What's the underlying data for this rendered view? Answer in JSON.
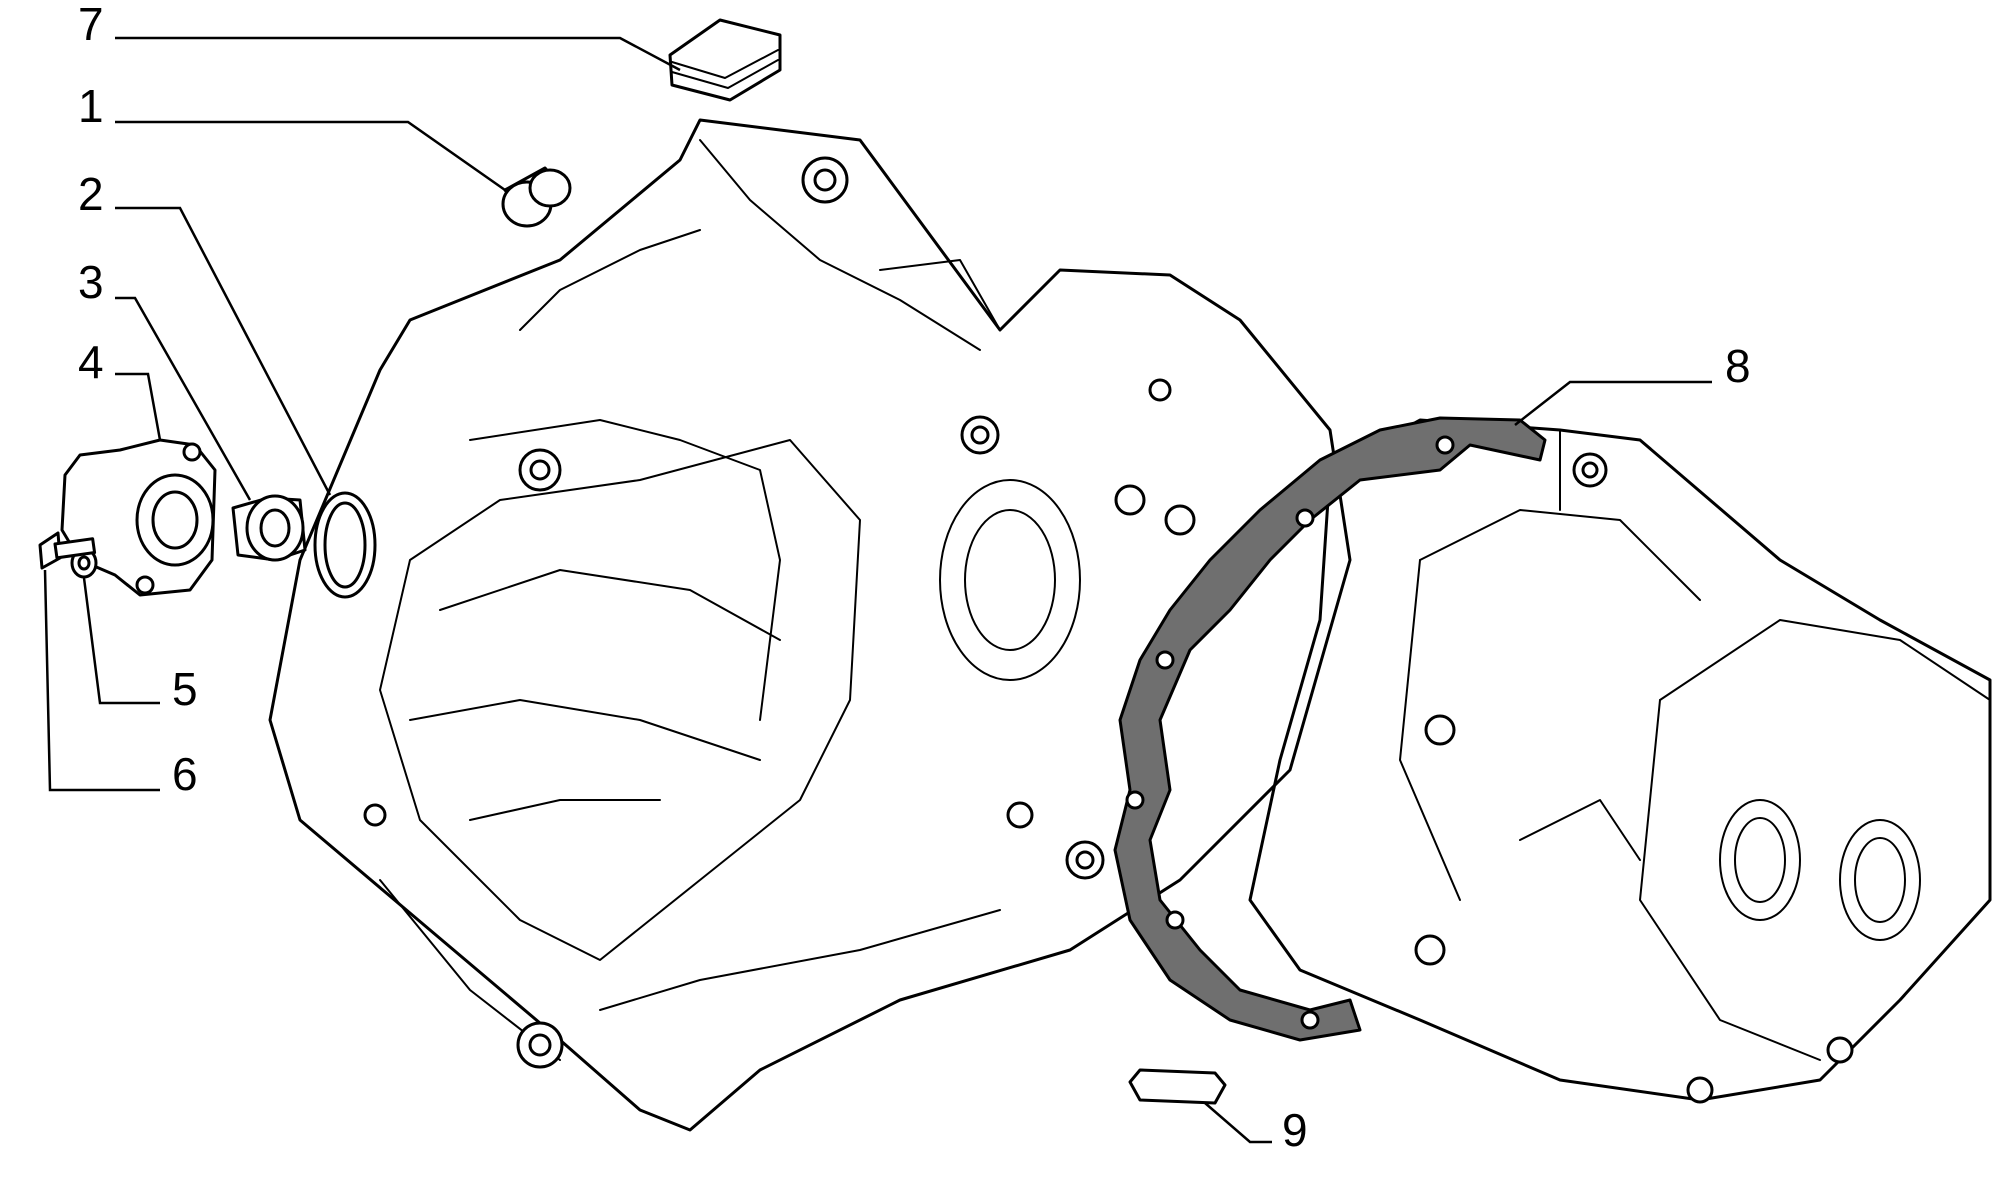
{
  "callouts": [
    {
      "id": "1",
      "label": "1"
    },
    {
      "id": "2",
      "label": "2"
    },
    {
      "id": "3",
      "label": "3"
    },
    {
      "id": "4",
      "label": "4"
    },
    {
      "id": "5",
      "label": "5"
    },
    {
      "id": "6",
      "label": "6"
    },
    {
      "id": "7",
      "label": "7"
    },
    {
      "id": "8",
      "label": "8"
    },
    {
      "id": "9",
      "label": "9"
    }
  ],
  "colors": {
    "line": "#000000",
    "background": "#ffffff",
    "gasket_hatch": "#6f6f6f"
  }
}
